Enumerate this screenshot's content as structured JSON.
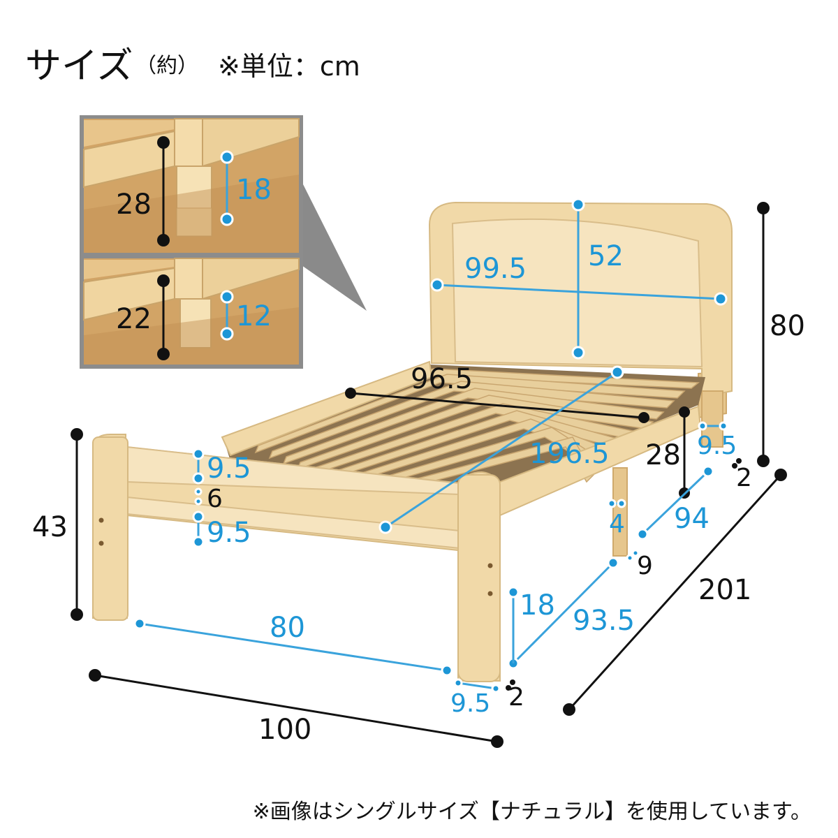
{
  "header": {
    "title": "サイズ",
    "approx": "（約）",
    "unit_note": "※単位：cm"
  },
  "inset": {
    "high": {
      "total": "28",
      "leg": "18"
    },
    "low": {
      "total": "22",
      "leg": "12"
    }
  },
  "dimensions": {
    "headboard_height": "80",
    "headboard_panel_width": "99.5",
    "headboard_panel_height": "52",
    "inner_width": "96.5",
    "inner_length": "196.5",
    "rail_height": "28",
    "leg_depth_back": "9.5",
    "leg_gap_back": "2",
    "side_span_back": "94",
    "leg_inset_back": "4",
    "leg_gap_mid": "9",
    "overall_length": "201",
    "side_span_front": "93.5",
    "leg_clearance": "18",
    "footboard_height": "43",
    "foot_top_rail": "9.5",
    "foot_gap": "6",
    "foot_bottom_rail": "9.5",
    "leg_span_front": "80",
    "leg_width_front": "9.5",
    "leg_gap_front": "2",
    "overall_width": "100"
  },
  "footer": {
    "note": "※画像はシングルサイズ【ナチュラル】を使用しています。"
  },
  "colors": {
    "accent_blue": "#1d96d6",
    "wood": "#f1d9a8",
    "inset_border": "#808080"
  }
}
